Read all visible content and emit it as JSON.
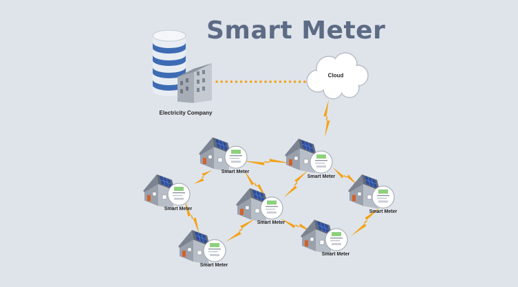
{
  "title": "Smart Meter",
  "labels": {
    "company": "Electricity Company",
    "cloud": "Cloud",
    "meter": "Smart Meter"
  },
  "colors": {
    "background": "#dfe4ea",
    "title": "#5d6b85",
    "bolt": "#f2a31a",
    "dotted_link": "#f2a31a",
    "house_wall": "#aeb4bd",
    "house_roof": "#6e7684",
    "solar_panel": "#2c4c9c",
    "db_blue": "#3e6cb4"
  },
  "icons": {
    "server": "database-server-icon",
    "cloud": "cloud-icon",
    "house": "house-with-solar-panel-icon",
    "meter": "smart-meter-gauge-icon",
    "link": "lightning-bolt-icon"
  }
}
